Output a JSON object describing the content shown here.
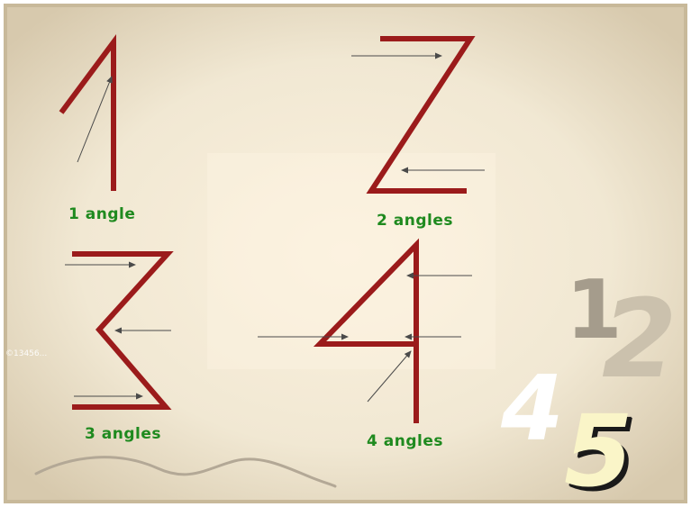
{
  "labels": {
    "one": "1 angle",
    "two": "2 angles",
    "three": "3 angles",
    "four": "4 angles"
  },
  "corner_numbers": {
    "one": "1",
    "two": "2",
    "four": "4",
    "five": "5"
  },
  "watermark": "©13456...",
  "colors": {
    "digit_stroke": "#9b1b1b",
    "label_text": "#1f8a1f",
    "arrow": "#555555",
    "wavy_line": "#b3a896",
    "frame_light": "#f6efdc",
    "frame_dark": "#cfc0a1"
  }
}
